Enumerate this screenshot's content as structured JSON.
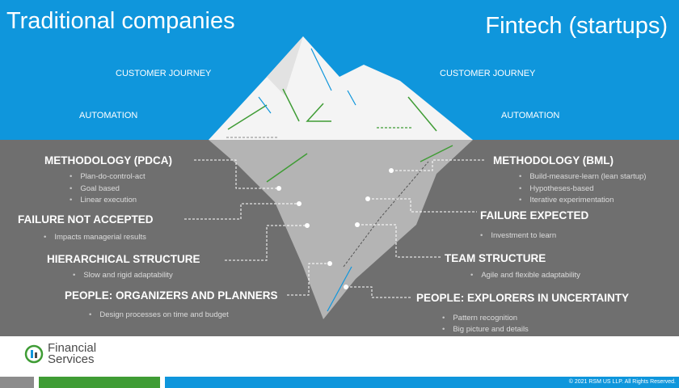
{
  "header": {
    "left_title": "Traditional companies",
    "right_title": "Fintech (startups)"
  },
  "above_water": {
    "left": [
      "CUSTOMER JOURNEY",
      "AUTOMATION"
    ],
    "right": [
      "CUSTOMER JOURNEY",
      "AUTOMATION"
    ]
  },
  "left_column": [
    {
      "heading": "METHODOLOGY (PDCA)",
      "bullets": [
        "Plan-do-control-act",
        "Goal based",
        "Linear execution"
      ]
    },
    {
      "heading": "FAILURE NOT ACCEPTED",
      "bullets": [
        "Impacts managerial results"
      ]
    },
    {
      "heading": "HIERARCHICAL STRUCTURE",
      "bullets": [
        "Slow and rigid adaptability"
      ]
    },
    {
      "heading": "PEOPLE: ORGANIZERS AND PLANNERS",
      "bullets": [
        "Design processes on time and budget"
      ]
    }
  ],
  "right_column": [
    {
      "heading": "METHODOLOGY (BML)",
      "bullets": [
        "Build-measure-learn (lean startup)",
        "Hypotheses-based",
        "Iterative experimentation"
      ]
    },
    {
      "heading": "FAILURE EXPECTED",
      "bullets": [
        "Investment to learn"
      ]
    },
    {
      "heading": "TEAM STRUCTURE",
      "bullets": [
        "Agile and flexible adaptability"
      ]
    },
    {
      "heading": "PEOPLE: EXPLORERS IN UNCERTAINTY",
      "bullets": [
        "Pattern recognition",
        "Big picture and details"
      ]
    }
  ],
  "footer": {
    "logo_line1": "Financial",
    "logo_line2": "Services",
    "copyright": "© 2021 RSM US LLP. All Rights Reserved."
  },
  "colors": {
    "sky": "#0f96dc",
    "water": "#6f6f6f",
    "ice_top": "#f4f4f4",
    "ice_underwater": "#b4b4b4",
    "accent_green": "#3f9c35",
    "accent_blue": "#0f96dc"
  }
}
